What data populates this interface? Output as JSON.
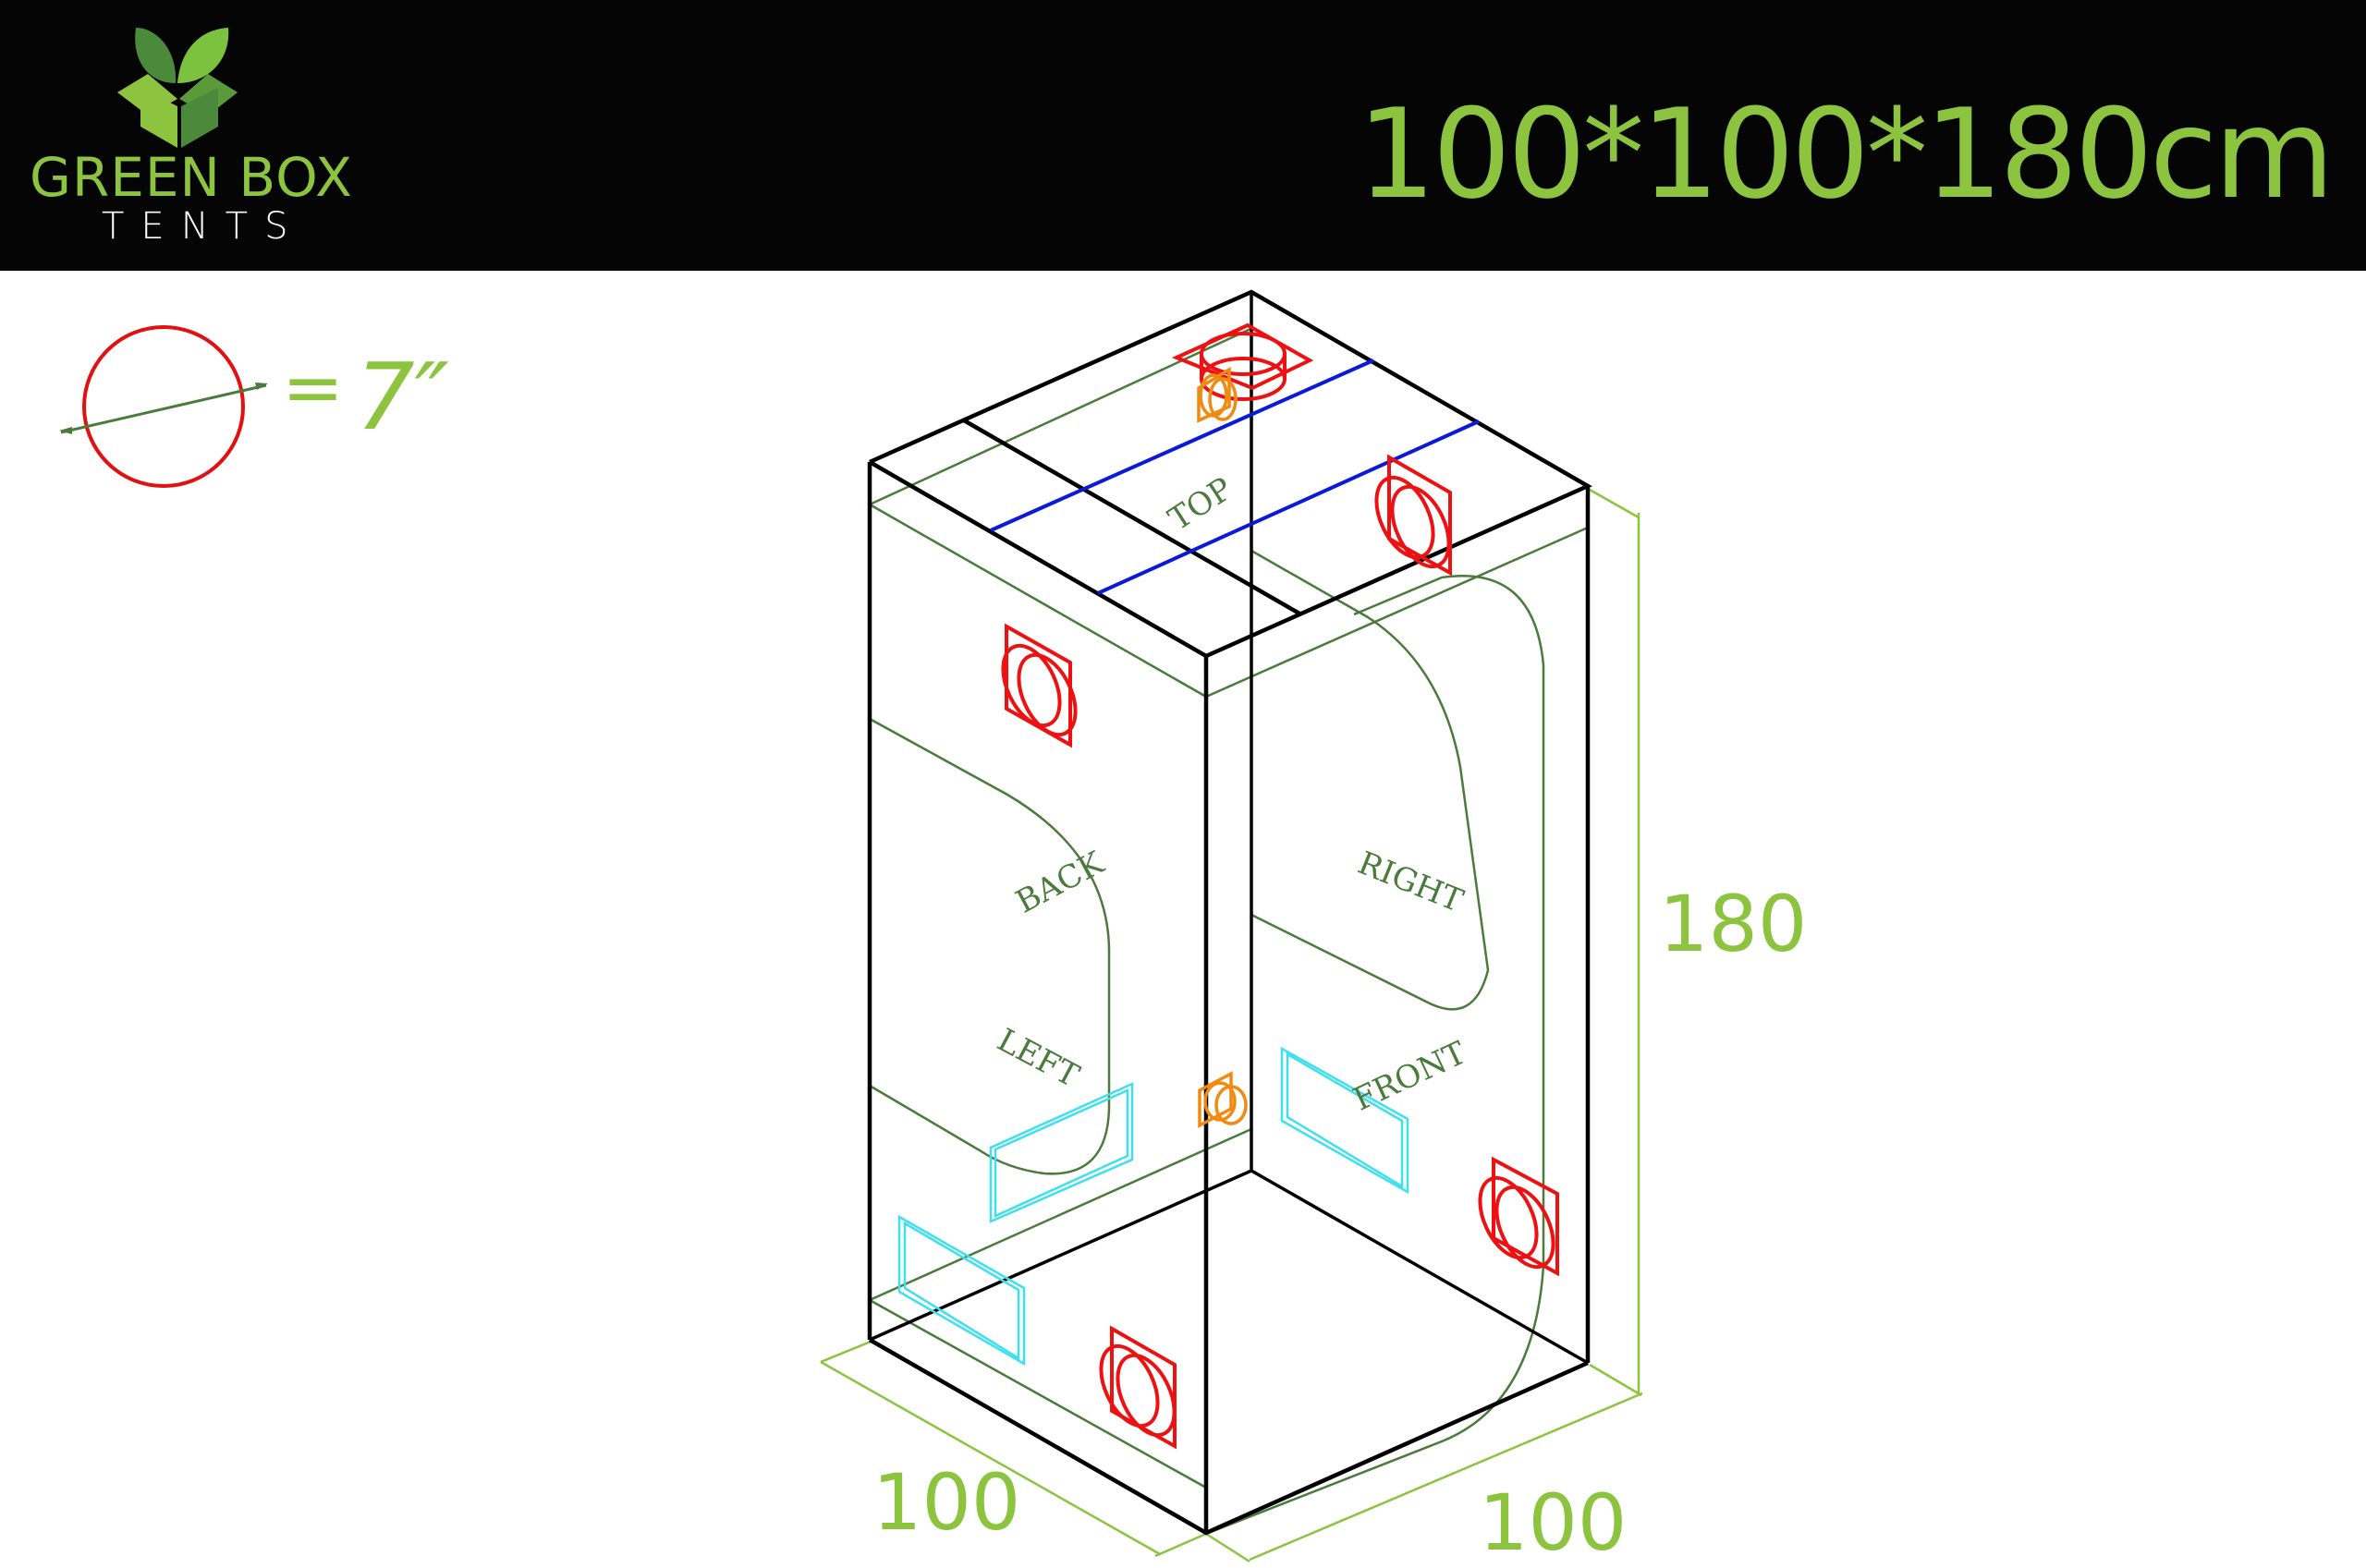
{
  "header": {
    "brand_name": "GREEN BOX",
    "brand_sub": "TENTS",
    "title": "100*100*180cm"
  },
  "legend": {
    "icon": "port-circle-icon",
    "equals": "=",
    "value": "7″"
  },
  "diagram": {
    "face_labels": {
      "top": "TOP",
      "back": "BACK",
      "left": "LEFT",
      "right": "RIGHT",
      "front": "FRONT"
    },
    "dimensions": {
      "height": "180",
      "depth": "100",
      "width": "100"
    },
    "colors": {
      "frame": "#000000",
      "door_outline": "#4a7a3c",
      "dimension": "#8cc43f",
      "vent_port": "#ee1111",
      "small_port": "#f08a10",
      "window": "#3ee0ee",
      "top_bar": "#0a1ad8",
      "brand": "#8cc43f"
    }
  }
}
